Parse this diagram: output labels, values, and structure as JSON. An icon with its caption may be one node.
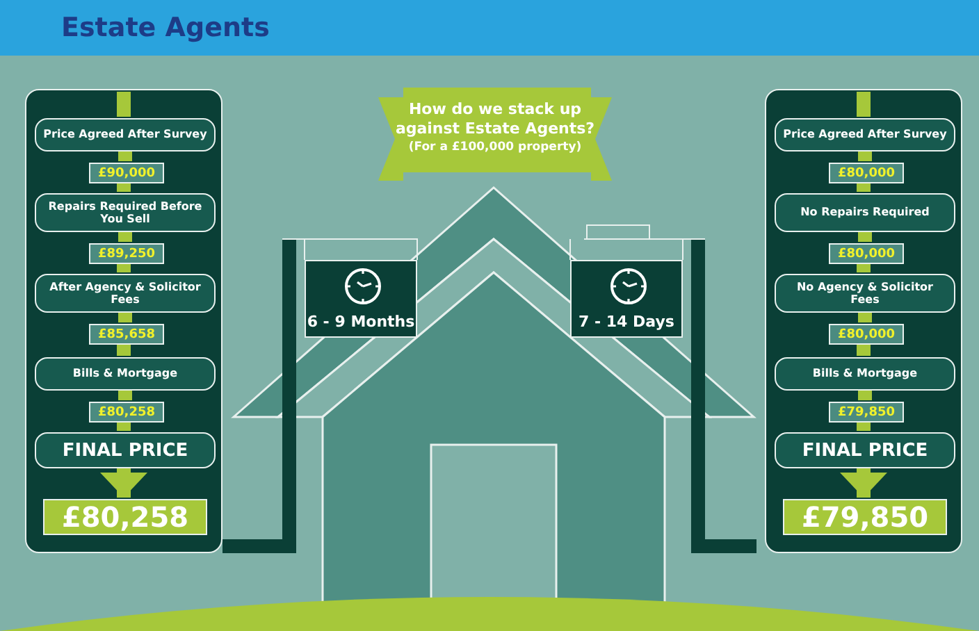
{
  "diagram": {
    "nodes": [
      {
        "text": [],
        "shape": "box"
      },
      {
        "text": [
          "Price Agreed After Survey"
        ],
        "in": 0
      },
      {
        "text": [
          "£90,000"
        ],
        "in": 0
      },
      {
        "text": [
          "Repairs Required Before You Sell"
        ],
        "in": 0
      },
      {
        "text": [
          "£89,250"
        ],
        "in": 0
      },
      {
        "text": [
          "After Agency & Solicitor Fees"
        ],
        "in": 0
      },
      {
        "text": [
          "£85,658"
        ],
        "in": 0
      },
      {
        "text": [
          "Bills & Mortgage"
        ],
        "in": 0
      },
      {
        "text": [
          "£80,258"
        ],
        "in": 0
      },
      {
        "text": [
          "FINAL PRICE"
        ],
        "in": 0
      },
      {
        "text": [
          "£80,258"
        ],
        "in": 0
      },
      {
        "text": [],
        "shape": "box"
      },
      {
        "text": [
          "Price Agreed After Survey"
        ],
        "in": 11
      },
      {
        "text": [
          "£80,000"
        ],
        "in": 11
      },
      {
        "text": [
          "No Repairs Required"
        ],
        "in": 11
      },
      {
        "text": [
          "£80,000"
        ],
        "in": 11
      },
      {
        "text": [
          "No Agency & Solicitor Fees"
        ],
        "in": 11
      },
      {
        "text": [
          "£80,000"
        ],
        "in": 11
      },
      {
        "text": [
          "Bills & Mortgage"
        ],
        "in": 11
      },
      {
        "text": [
          "£79,850"
        ],
        "in": 11
      },
      {
        "text": [
          "FINAL PRICE"
        ],
        "in": 11
      },
      {
        "text": [
          "£79,850"
        ],
        "in": 11
      },
      {
        "text": [
          "How do we stack up against Estate Agents?",
          "(For a £100,000 property)"
        ]
      },
      {
        "text": [
          "6 - 9 Months"
        ]
      },
      {
        "text": [
          "7 - 14 Days"
        ]
      }
    ],
    "edges": [
      {
        "from": null,
        "to": 1,
        "arrow": "none"
      },
      {
        "from": 1,
        "to": 2,
        "arrow": "none"
      },
      {
        "from": 2,
        "to": 3,
        "arrow": "none"
      },
      {
        "from": 3,
        "to": 4,
        "arrow": "none"
      },
      {
        "from": 4,
        "to": 5,
        "arrow": "none"
      },
      {
        "from": 5,
        "to": 6,
        "arrow": "none"
      },
      {
        "from": 6,
        "to": 7,
        "arrow": "none"
      },
      {
        "from": 7,
        "to": 8,
        "arrow": "none"
      },
      {
        "from": 8,
        "to": 9,
        "arrow": "none"
      },
      {
        "from": 9,
        "to": 10,
        "arrow": "to"
      },
      {
        "from": null,
        "to": 12,
        "arrow": "none"
      },
      {
        "from": 12,
        "to": 13,
        "arrow": "none"
      },
      {
        "from": 13,
        "to": 14,
        "arrow": "none"
      },
      {
        "from": 14,
        "to": 15,
        "arrow": "none"
      },
      {
        "from": 15,
        "to": 16,
        "arrow": "none"
      },
      {
        "from": 16,
        "to": 17,
        "arrow": "none"
      },
      {
        "from": 17,
        "to": 18,
        "arrow": "none"
      },
      {
        "from": 18,
        "to": 19,
        "arrow": "none"
      },
      {
        "from": 19,
        "to": 20,
        "arrow": "none"
      },
      {
        "from": 20,
        "to": 21,
        "arrow": "to"
      }
    ],
    "labels": [
      "Estate Agents"
    ]
  }
}
